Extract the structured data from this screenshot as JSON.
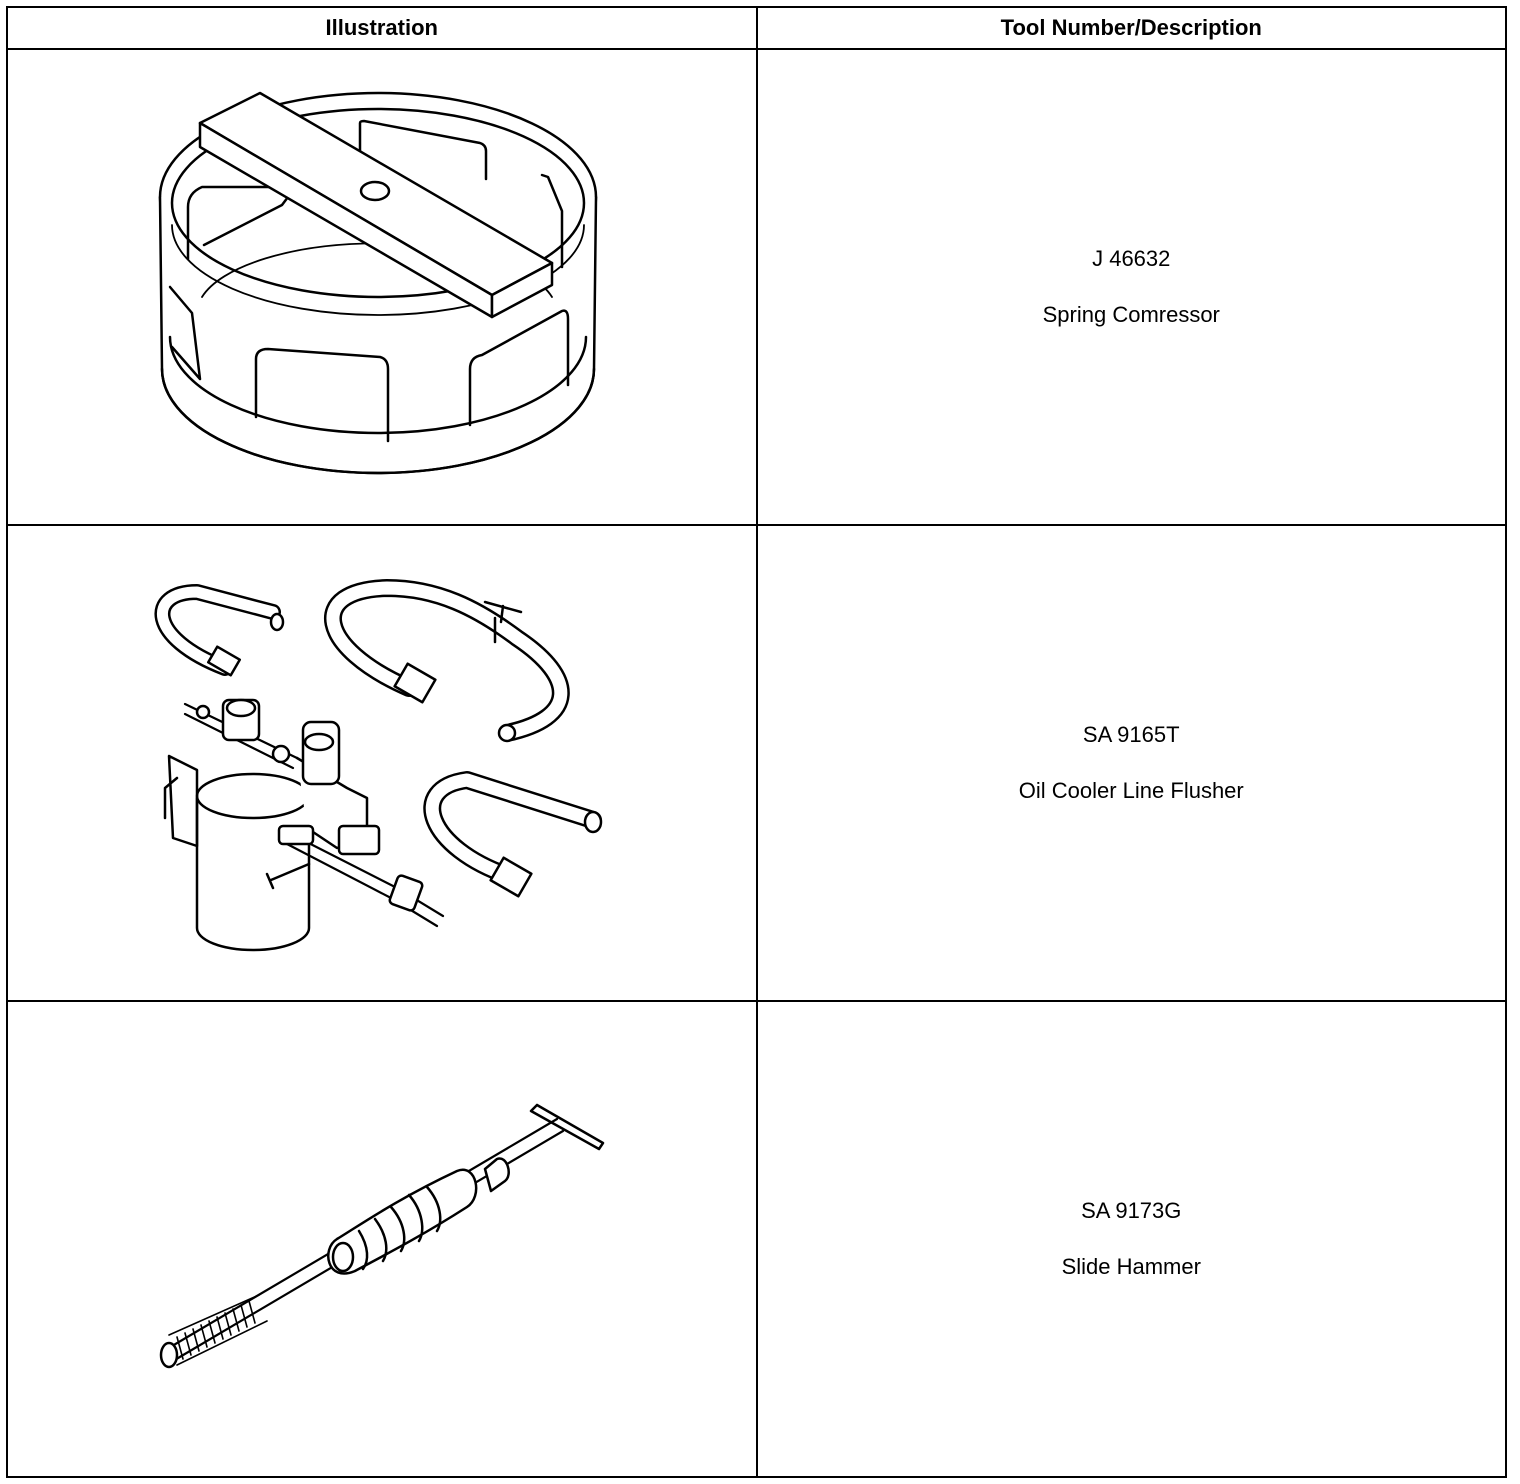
{
  "table": {
    "headers": {
      "illustration": "Illustration",
      "tool": "Tool Number/Description"
    },
    "rows": [
      {
        "tool_number": "J 46632",
        "description": "Spring Comressor",
        "illustration_icon": "spring-compressor-icon"
      },
      {
        "tool_number": "SA 9165T",
        "description": "Oil Cooler Line Flusher",
        "illustration_icon": "oil-cooler-line-flusher-icon"
      },
      {
        "tool_number": "SA 9173G",
        "description": "Slide Hammer",
        "illustration_icon": "slide-hammer-icon"
      }
    ]
  }
}
